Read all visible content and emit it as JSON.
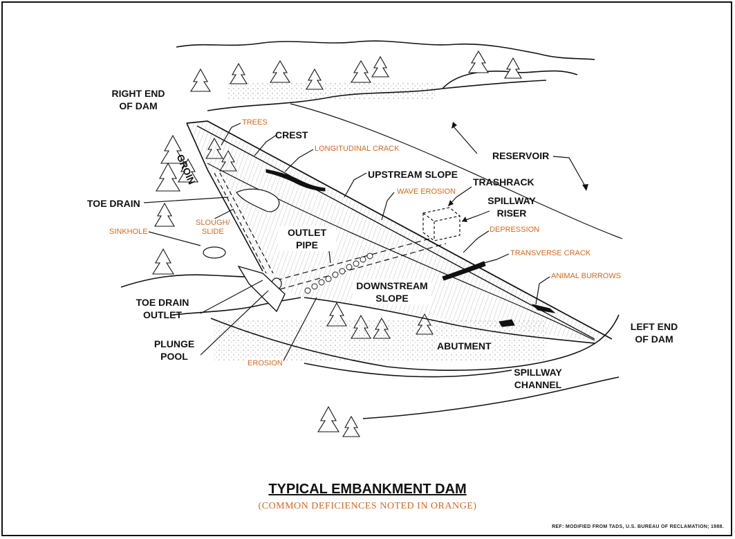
{
  "diagram": {
    "title": "TYPICAL EMBANKMENT DAM",
    "subtitle": "(COMMON DEFICIENCES NOTED IN ORANGE)",
    "reference": "REF: MODIFIED FROM TADS, U.S. BUREAU OF RECLAMATION; 1988.",
    "colors": {
      "deficiency": "#d4691e",
      "label": "#111111",
      "line": "#111111"
    },
    "labels": {
      "right_end": "RIGHT END\nOF DAM",
      "crest": "CREST",
      "groin": "GROIN",
      "reservoir": "RESERVOIR",
      "upstream_slope": "UPSTREAM SLOPE",
      "trashrack": "TRASHRACK",
      "spillway_riser": "SPILLWAY\nRISER",
      "toe_drain": "TOE DRAIN",
      "outlet_pipe": "OUTLET\nPIPE",
      "downstream_slope": "DOWNSTREAM\nSLOPE",
      "toe_drain_outlet": "TOE DRAIN\nOUTLET",
      "plunge_pool": "PLUNGE\nPOOL",
      "abutment": "ABUTMENT",
      "left_end": "LEFT END\nOF DAM",
      "spillway_channel": "SPILLWAY\nCHANNEL"
    },
    "deficiencies": {
      "trees": "TREES",
      "longitudinal_crack": "LONGITUDINAL CRACK",
      "wave_erosion": "WAVE EROSION",
      "slough_slide": "SLOUGH/\nSLIDE",
      "sinkhole": "SINKHOLE",
      "depression": "DEPRESSION",
      "transverse_crack": "TRANSVERSE CRACK",
      "animal_burrows": "ANIMAL BURROWS",
      "erosion": "EROSION"
    }
  }
}
